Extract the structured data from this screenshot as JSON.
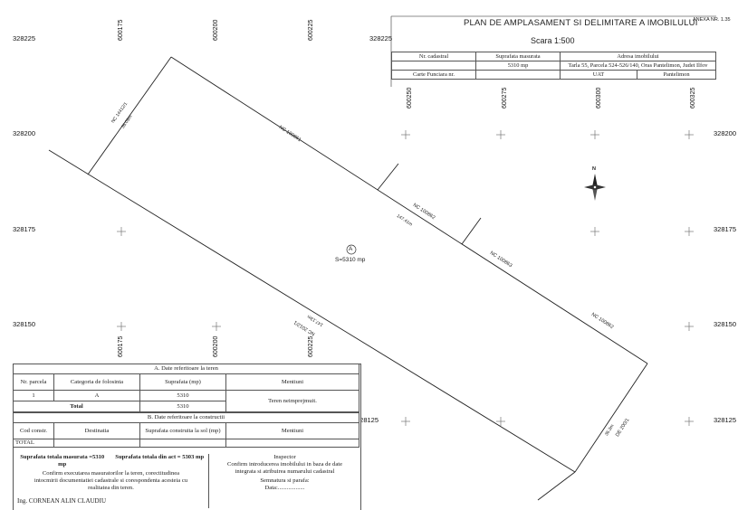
{
  "header": {
    "title": "PLAN DE AMPLASAMENT SI DELIMITARE A IMOBILULUI",
    "annex": "ANEXA NR. 1.35",
    "scale": "Scara 1:500",
    "table": {
      "h_cadastral": "Nr. cadastral",
      "h_surface": "Suprafata masurata",
      "h_address": "Adresa imobilului",
      "v_cadastral": "",
      "v_surface": "5310 mp",
      "v_address": "Tarla 55, Parcela 524-526/140, Oras Pantelimon, Judet Ilfov",
      "h_cf": "Carte Funciara nr.",
      "v_cf": "",
      "h_uat": "UAT",
      "v_uat": "Pantelimon"
    }
  },
  "grid": {
    "y_labels": [
      "328225",
      "328200",
      "328175",
      "328150",
      "328125"
    ],
    "x_labels": [
      "600175",
      "600200",
      "600225",
      "600250",
      "600275",
      "600300",
      "600325"
    ]
  },
  "plot": {
    "parcel_marker": "A",
    "parcel_area": "S=5310 mp",
    "north": "N",
    "neighbors": {
      "nw_top": "NC 100861",
      "ne_mid1": "NC 100862",
      "ne_mid2": "NC 100863",
      "ne_lower": "NC 100862",
      "nw_left": "NC 14412/1",
      "south": "NC 2012/1",
      "east": "DE 200/1"
    },
    "dims": {
      "north_side": "147.41m",
      "south_side": "147.13m",
      "west_side": "36.09m",
      "east_side": "36.3m"
    }
  },
  "section_a": {
    "title": "A. Date referitoare la teren",
    "h_parcel": "Nr. parcela",
    "h_category": "Categoria de folosinta",
    "h_surface": "Suprafata (mp)",
    "h_mentions": "Mentiuni",
    "row_parcel": "1",
    "row_category": "A",
    "row_surface": "5310",
    "total_label": "Total",
    "total_value": "5310",
    "mentions_value": "Teren neimprejmuit."
  },
  "section_b": {
    "title": "B. Date referitoare la constructii",
    "h_code": "Cod constr.",
    "h_destination": "Destinatia",
    "h_built": "Suprafata construita la sol (mp)",
    "h_mentions": "Mentiuni",
    "total_label": "TOTAL"
  },
  "footer": {
    "measured_total": "Suprafata totala masurata =5310 mp",
    "act_total": "Suprafata totala din act = 5303 mp",
    "certify": "Confirm executarea masuratorilor la teren, corectitudinea intocmirii documentatiei cadastrale si corespondenta acesteia cu realitatea din teren.",
    "inspector_title": "Inspector",
    "inspector_text": "Confirm introducerea imobilului in baza de date integrata si atribuirea numarului cadastral",
    "signature": "Semnatura si parafa:",
    "date": "Data:..................",
    "engineer": "Ing. CORNEAN ALIN CLAUDIU"
  }
}
